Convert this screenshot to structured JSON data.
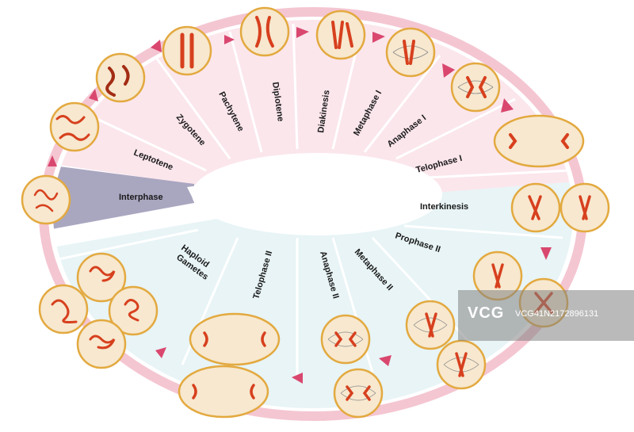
{
  "diagram": {
    "stages": [
      {
        "id": "interphase",
        "label": "Interphase"
      },
      {
        "id": "leptotene",
        "label": "Leptotene"
      },
      {
        "id": "zygotene",
        "label": "Zygotene"
      },
      {
        "id": "pachytene",
        "label": "Pachytene"
      },
      {
        "id": "diplotene",
        "label": "Diplotene"
      },
      {
        "id": "diakinesis",
        "label": "Diakinesis"
      },
      {
        "id": "metaphase-1",
        "label": "Metaphase I"
      },
      {
        "id": "anaphase-1",
        "label": "Anaphase I"
      },
      {
        "id": "telophase-1",
        "label": "Telophase I"
      },
      {
        "id": "interkinesis",
        "label": "Interkinesis"
      },
      {
        "id": "prophase-2",
        "label": "Prophase II"
      },
      {
        "id": "metaphase-2",
        "label": "Metaphase II"
      },
      {
        "id": "anaphase-2",
        "label": "Anaphase II"
      },
      {
        "id": "telophase-2",
        "label": "Telophase II"
      },
      {
        "id": "haploid-gametes",
        "label_line1": "Haploid",
        "label_line2": "Gametes"
      }
    ],
    "colors": {
      "meiosis_1_band": "#fbe3ea",
      "meiosis_2_band": "#e6f3f5",
      "interphase_band": "#a9a6c0",
      "ring": "#f4c6d2",
      "arrow": "#d9476f",
      "cell_fill": "#f7e8cf",
      "cell_stroke": "#e3a93f",
      "chromosome": "#d7401e"
    }
  },
  "watermark": {
    "logo": "VCG",
    "id": "VCG41N2172896131"
  }
}
